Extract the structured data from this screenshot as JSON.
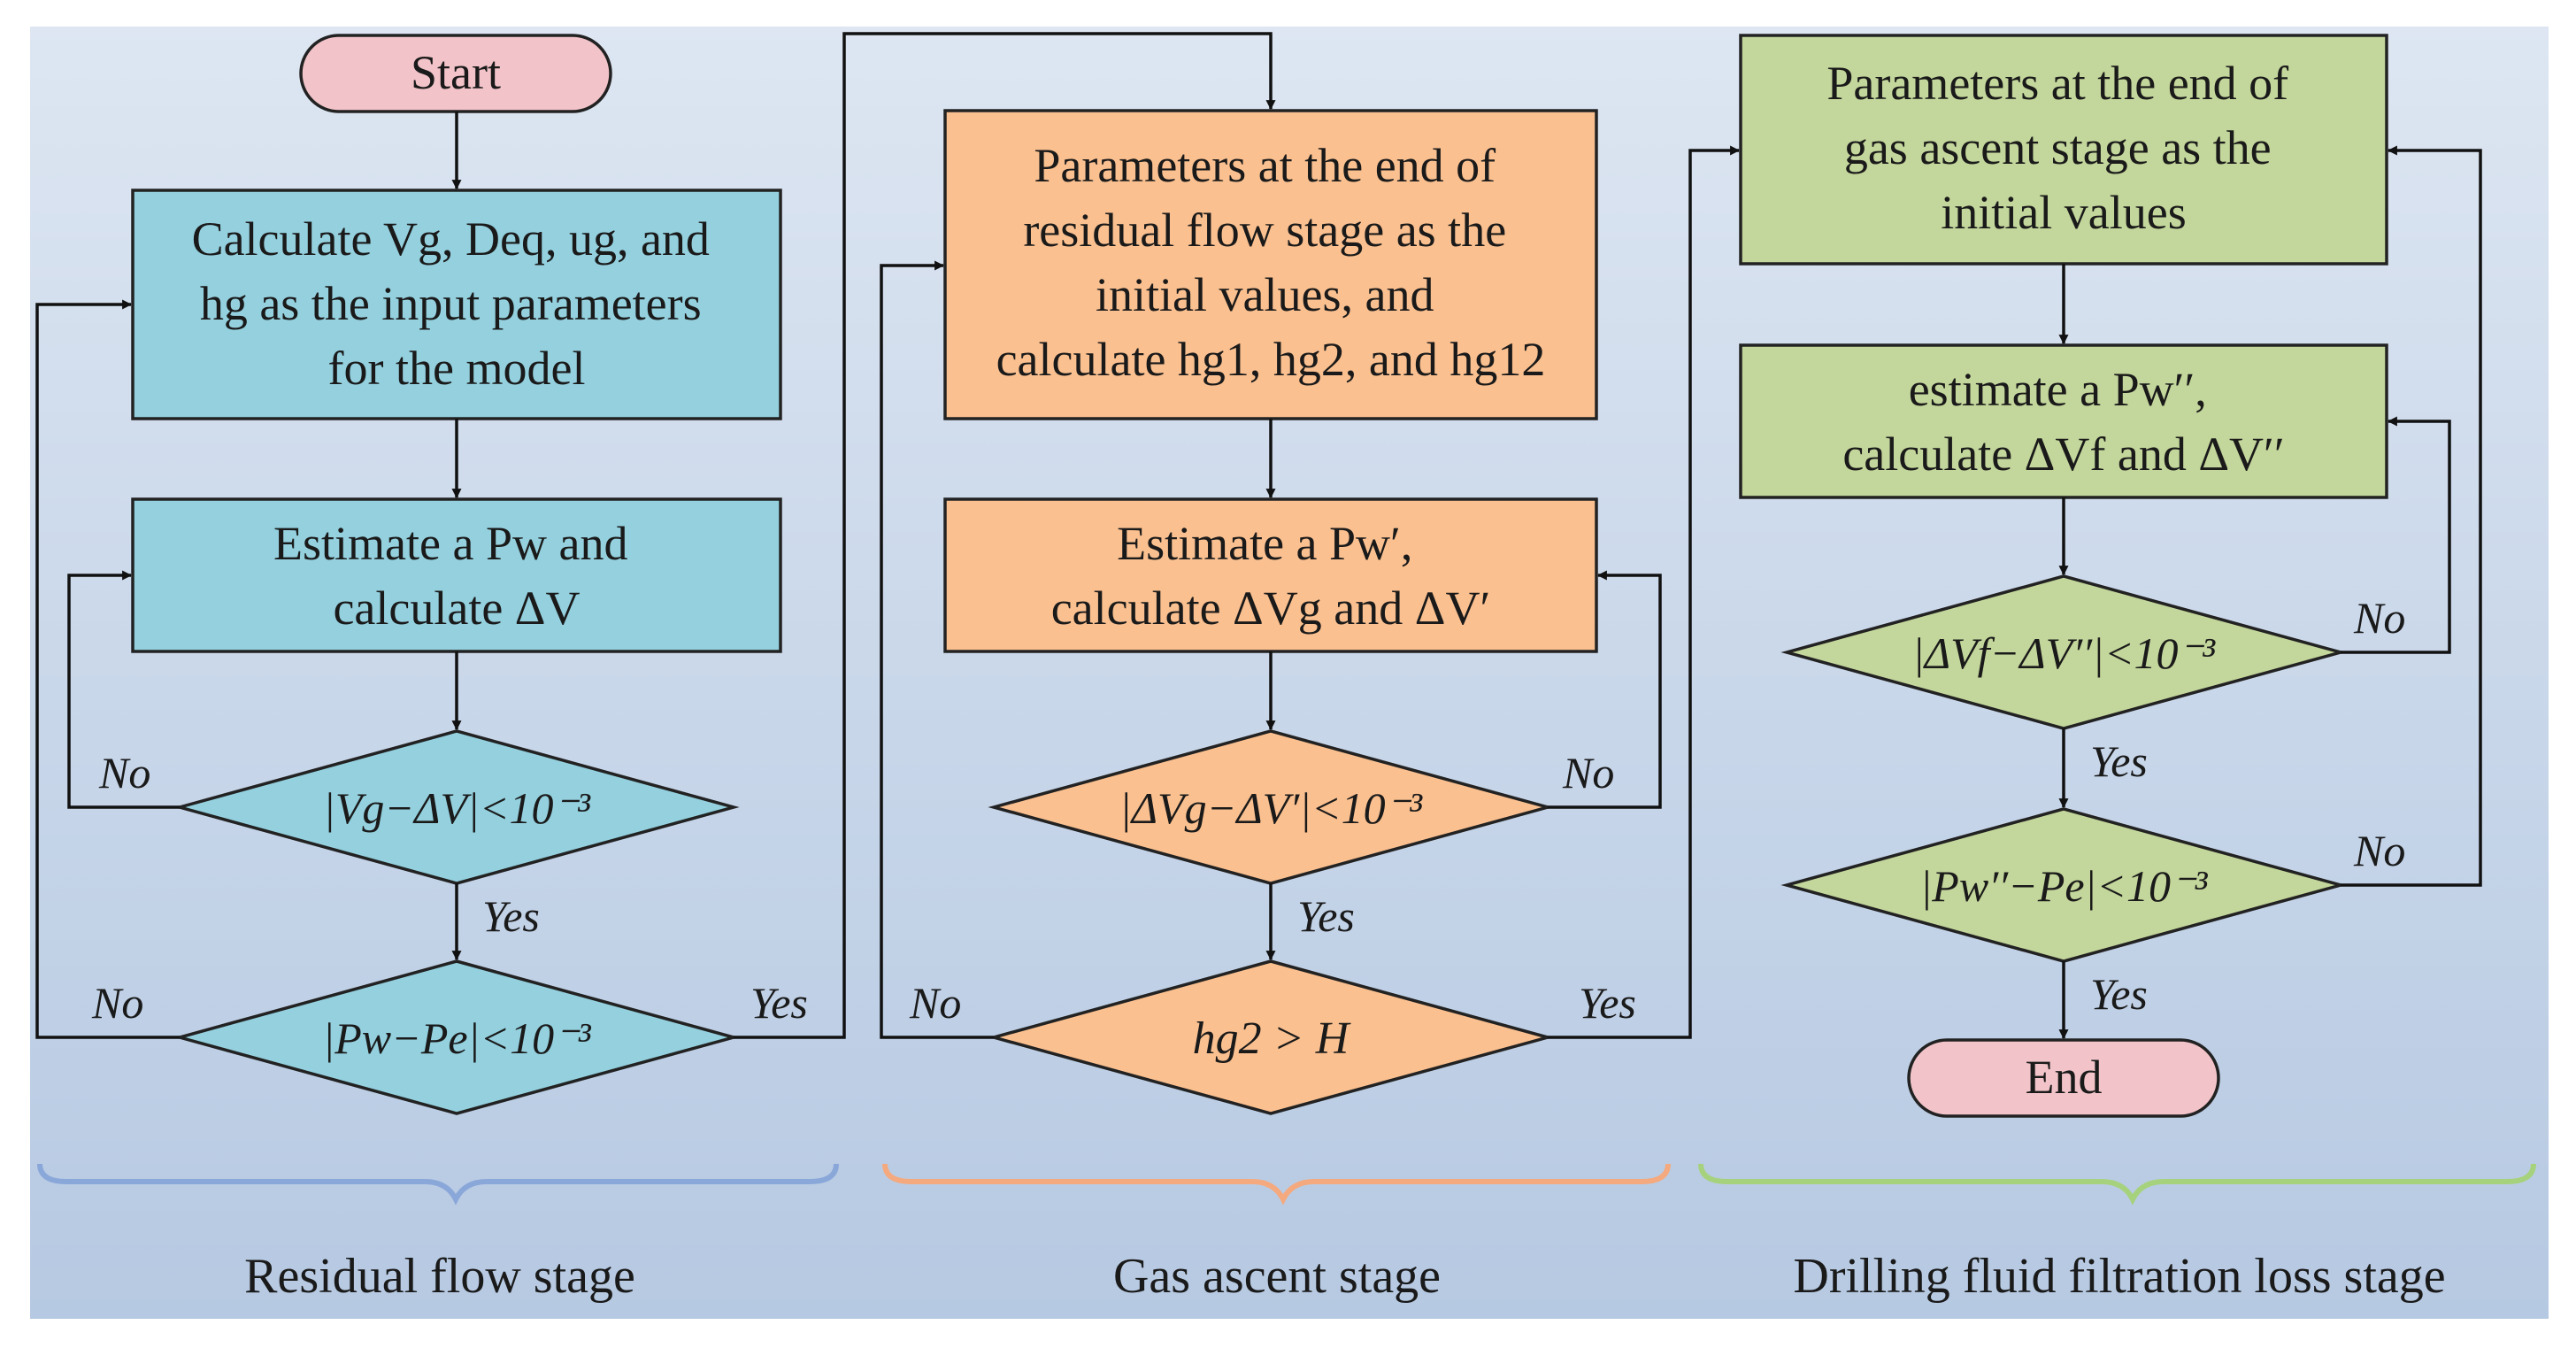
{
  "colors": {
    "panel_top": "#dde6f2",
    "panel_bottom": "#b6c9e2",
    "terminal_fill": "#f2c4c9",
    "stage1_fill": "#94d0de",
    "stage2_fill": "#fac090",
    "stage3_fill": "#c3d69b",
    "brace1": "#8aa7d9",
    "brace2": "#f4a97e",
    "brace3": "#a6d27e"
  },
  "terminals": {
    "start": "Start",
    "end": "End"
  },
  "stage1": {
    "input_box": [
      "Calculate Vg, Deq, ug, and",
      "hg as the input parameters",
      "for the model"
    ],
    "estimate_box": [
      "Estimate a Pw and",
      "calculate ΔV"
    ],
    "decision_volume": "|Vg−ΔV|<10⁻³",
    "decision_pressure": "|Pw−Pe|<10⁻³",
    "label": "Residual flow stage"
  },
  "stage2": {
    "init_box": [
      "Parameters at the end of",
      "residual flow stage as the",
      "initial values, and",
      "calculate hg1, hg2, and hg12"
    ],
    "estimate_box": [
      "Estimate a Pw′,",
      "calculate ΔVg and ΔV′"
    ],
    "decision_volume": "|ΔVg−ΔV′|<10⁻³",
    "decision_height": "hg2 > H",
    "label": "Gas ascent stage"
  },
  "stage3": {
    "init_box": [
      "Parameters at the end of",
      "gas ascent stage as the",
      "initial values"
    ],
    "estimate_box": [
      "estimate a Pw′′,",
      "calculate ΔVf and ΔV′′"
    ],
    "decision_volume": "|ΔVf−ΔV′′|<10⁻³",
    "decision_pressure": "|Pw′′−Pe|<10⁻³",
    "label": "Drilling fluid filtration loss stage"
  },
  "branch_labels": {
    "yes": "Yes",
    "no": "No"
  }
}
